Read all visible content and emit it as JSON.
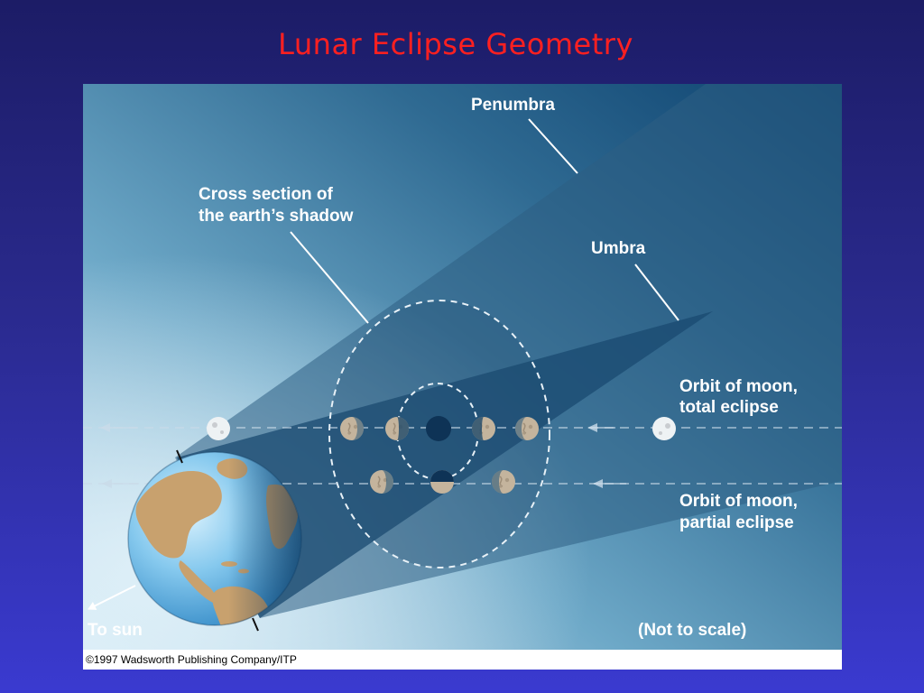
{
  "slide": {
    "title": "Lunar Eclipse Geometry"
  },
  "diagram": {
    "labels": {
      "penumbra": "Penumbra",
      "cross_section_line1": "Cross section of",
      "cross_section_line2": "the earth’s shadow",
      "umbra": "Umbra",
      "orbit_total_line1": "Orbit of moon,",
      "orbit_total_line2": "total eclipse",
      "orbit_partial_line1": "Orbit of moon,",
      "orbit_partial_line2": "partial eclipse",
      "to_sun": "To sun",
      "not_to_scale": "(Not to scale)"
    },
    "credit": "©1997 Wadsworth Publishing Company/ITP"
  },
  "colors": {
    "title": "#ff2020",
    "slide_background": "#2a2a8e",
    "sky_dark": "#0b3d6b",
    "penumbra": "#3f6f91",
    "umbra": "#1f4f74",
    "ocean": "#5fb3e6",
    "land": "#c8a16e",
    "moon_lit": "#c4b49d",
    "moon_dark": "#0e3356",
    "label_text": "#ffffff"
  },
  "icons": [
    "moon-icon",
    "earth-icon",
    "arrow-icon"
  ]
}
